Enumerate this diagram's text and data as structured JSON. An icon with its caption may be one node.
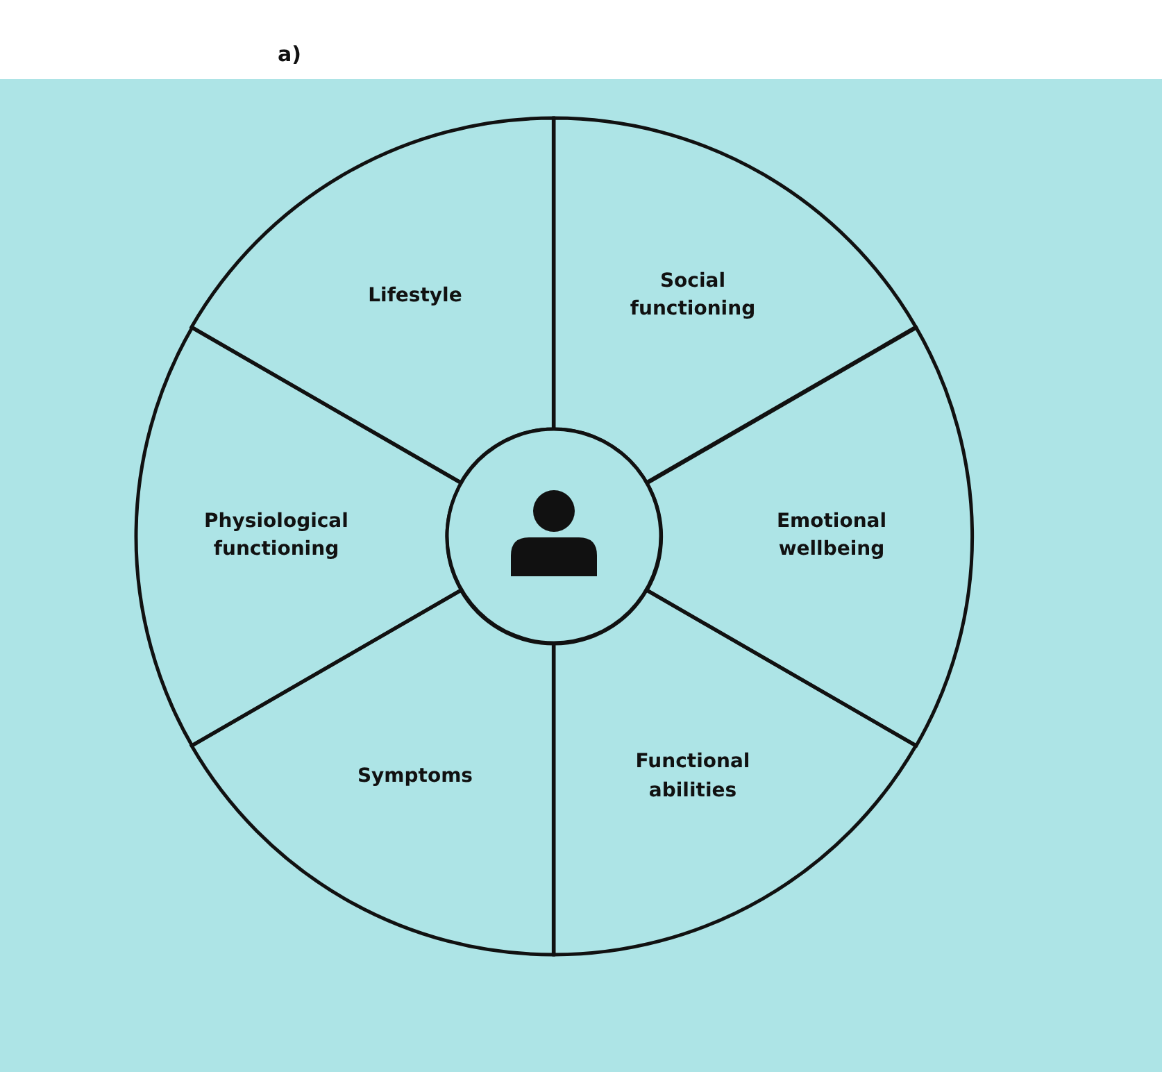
{
  "diagram": {
    "nodes": [
      {
        "text": [
          "Lifestyle"
        ]
      },
      {
        "text": [
          "Social functioning"
        ]
      },
      {
        "text": [
          "Emotional wellbeing"
        ]
      },
      {
        "text": [
          "Functional abilities"
        ]
      },
      {
        "text": [
          "Symptoms"
        ]
      },
      {
        "text": [
          "Physiological functioning"
        ]
      },
      {
        "text": [],
        "shape": "circle"
      }
    ],
    "labels": [
      "a)"
    ]
  }
}
